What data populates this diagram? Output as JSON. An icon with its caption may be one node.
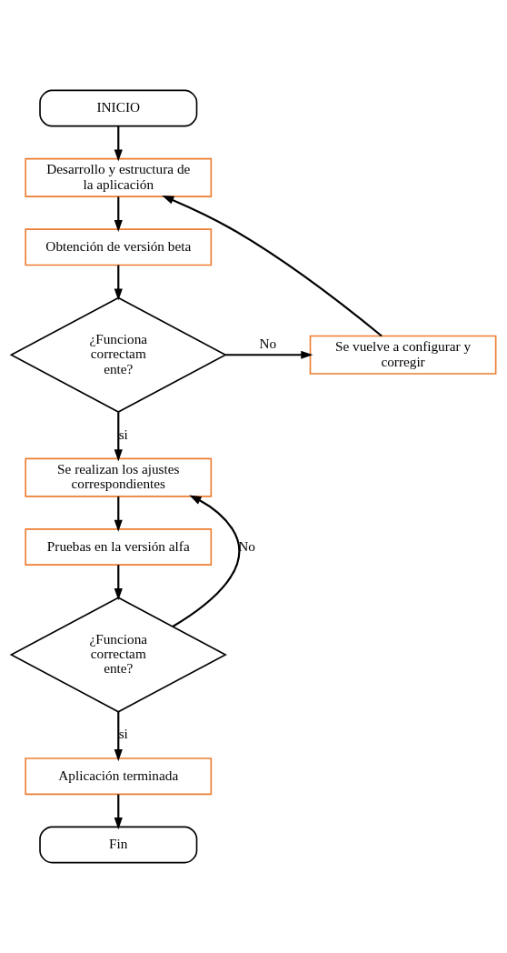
{
  "diagram": {
    "nodes": [
      {
        "text": [
          "INICIO"
        ]
      },
      {
        "text": [
          "Desarrollo y estructura de la aplicación"
        ]
      },
      {
        "text": [
          "Obtención de versión beta"
        ]
      },
      {
        "text": [
          "¿Funciona correctam ente?"
        ]
      },
      {
        "text": [
          "Se vuelve a configurar y corregir"
        ]
      },
      {
        "text": [
          "Se realizan los ajustes correspondientes"
        ]
      },
      {
        "text": [
          "Pruebas en la versión alfa"
        ]
      },
      {
        "text": [
          "¿Funciona correctam ente?"
        ]
      },
      {
        "text": [
          "Aplicación terminada"
        ]
      },
      {
        "text": [
          "Fin"
        ]
      }
    ],
    "edges": [
      {
        "from": 0,
        "to": 1,
        "arrow": "to"
      },
      {
        "from": 1,
        "to": 2,
        "arrow": "to"
      },
      {
        "from": 2,
        "to": 3,
        "arrow": "to"
      },
      {
        "from": 3,
        "to": 4,
        "arrow": "to",
        "label": "No"
      },
      {
        "from": 4,
        "to": 1,
        "arrow": "to"
      },
      {
        "from": 3,
        "to": 5,
        "arrow": "to",
        "label": "si"
      },
      {
        "from": 5,
        "to": 6,
        "arrow": "to"
      },
      {
        "from": 6,
        "to": 7,
        "arrow": "to"
      },
      {
        "from": 7,
        "to": 5,
        "arrow": "to",
        "label": "No"
      },
      {
        "from": 7,
        "to": 8,
        "arrow": "to",
        "label": "si"
      },
      {
        "from": 8,
        "to": 9,
        "arrow": "to"
      }
    ]
  }
}
